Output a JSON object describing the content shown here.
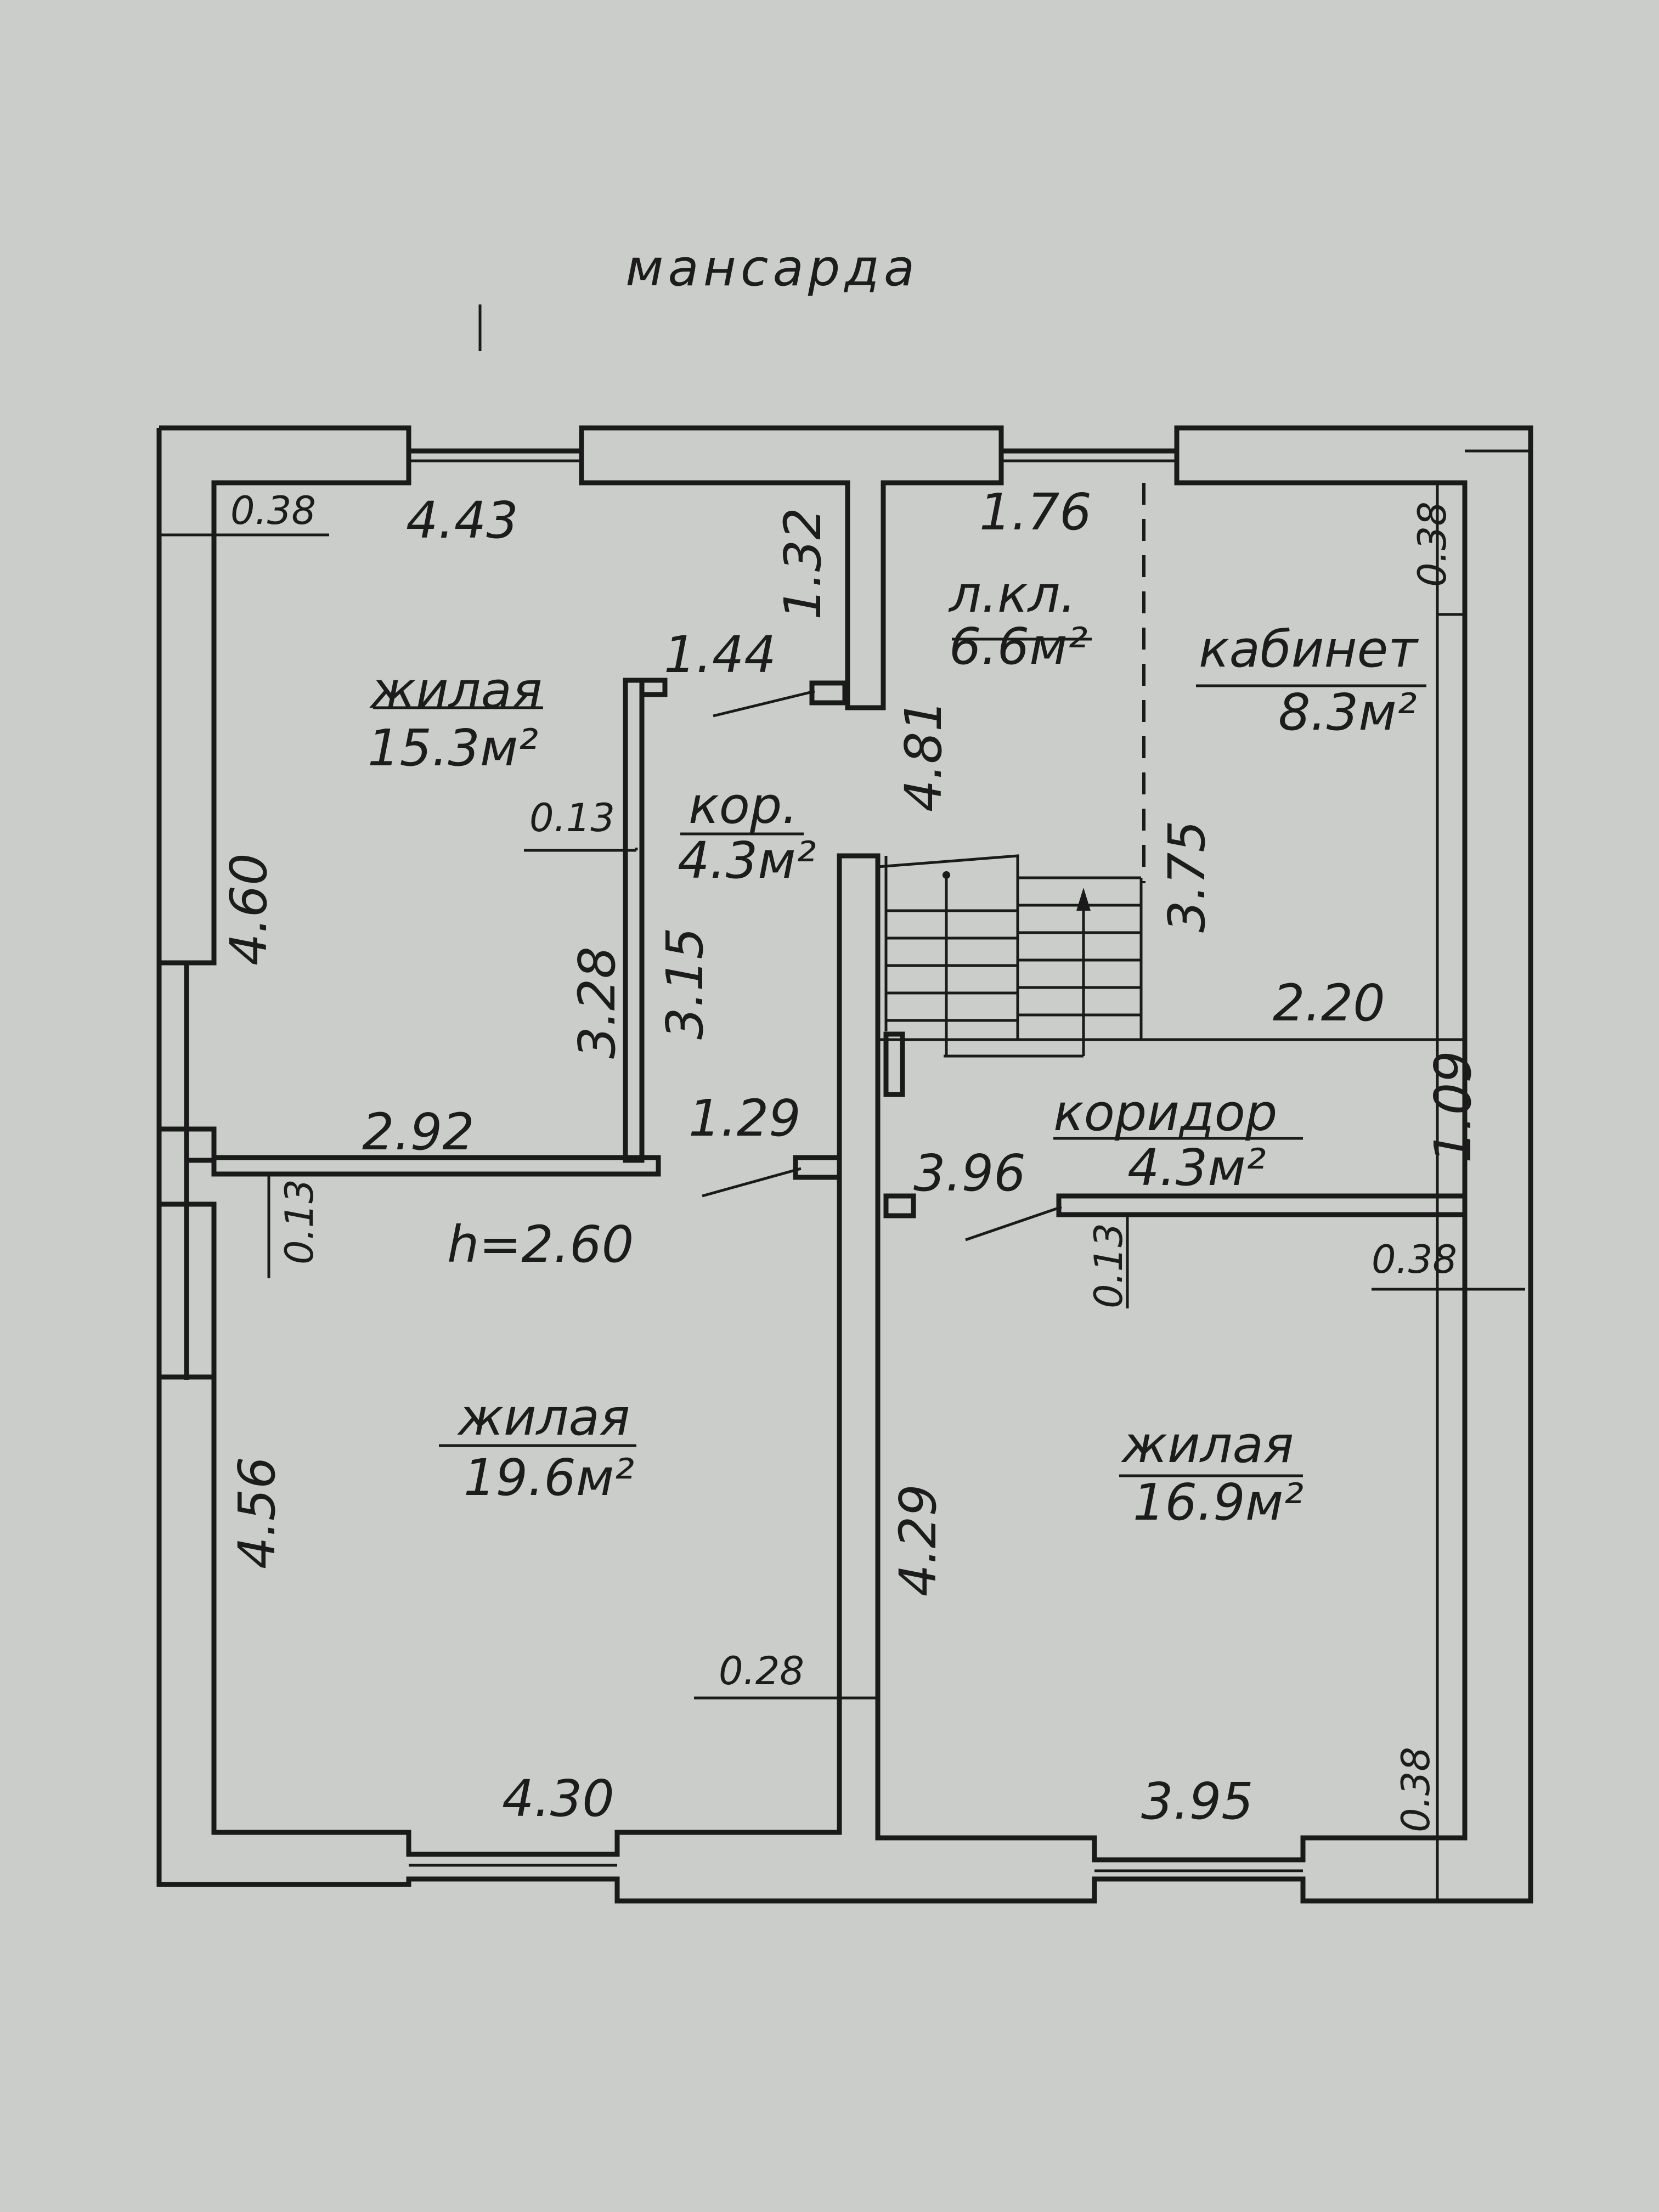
{
  "title": "мансарда",
  "ceiling_height": "h=2.60",
  "rooms": {
    "living_nw": {
      "name": "жилая",
      "area": "15.3м²"
    },
    "corridor_small": {
      "name": "кор.",
      "area": "4.3м²"
    },
    "stair": {
      "name": "л.кл.",
      "area": "6.6м²"
    },
    "office": {
      "name": "кабинет",
      "area": "8.3м²"
    },
    "corridor_e": {
      "name": "коридор",
      "area": "4.3м²"
    },
    "living_sw": {
      "name": "жилая",
      "area": "19.6м²"
    },
    "living_se": {
      "name": "жилая",
      "area": "16.9м²"
    }
  },
  "dimensions": {
    "d_0_38_nw": "0.38",
    "d_4_43": "4.43",
    "d_1_32": "1.32",
    "d_1_76": "1.76",
    "d_0_38_ne": "0.38",
    "d_1_44": "1.44",
    "d_0_13_a": "0.13",
    "d_4_81": "4.81",
    "d_3_75": "3.75",
    "d_4_60": "4.60",
    "d_3_28": "3.28",
    "d_3_15": "3.15",
    "d_2_20": "2.20",
    "d_2_92": "2.92",
    "d_1_29": "1.29",
    "d_1_09": "1.09",
    "d_3_96": "3.96",
    "d_0_13_b": "0.13",
    "d_0_13_c": "0.13",
    "d_0_38_e": "0.38",
    "d_4_56": "4.56",
    "d_4_29": "4.29",
    "d_0_28": "0.28",
    "d_4_30": "4.30",
    "d_3_95": "3.95",
    "d_0_38_se": "0.38"
  }
}
